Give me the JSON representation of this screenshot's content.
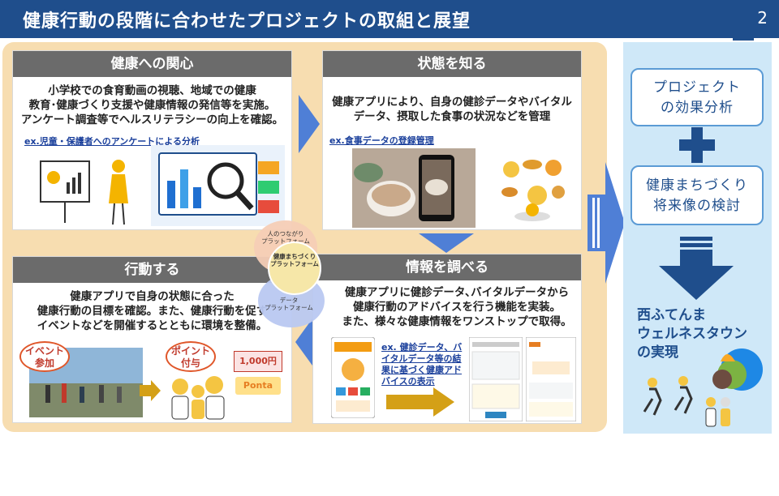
{
  "header": {
    "title": "健康行動の段階に合わせたプロジェクトの取組と展望",
    "page": "2"
  },
  "cards": {
    "interest": {
      "title": "健康への関心",
      "lines": [
        "小学校での食育動画の視聴、地域での健康",
        "教育･健康づくり支援や健康情報の発信等を実施。",
        "アンケート調査等でヘルスリテラシーの向上を確認。"
      ],
      "example": "ex.児童・保護者へのアンケートによる分析"
    },
    "know": {
      "title": "状態を知る",
      "lines": [
        "健康アプリにより、自身の健診データやバイタル",
        "データ、摂取した食事の状況などを管理"
      ],
      "example": "ex.食事データの登録管理"
    },
    "act": {
      "title": "行動する",
      "lines": [
        "健康アプリで自身の状態に合った",
        "健康行動の目標を確認。また、健康行動を促す",
        "イベントなどを開催するとともに環境を整備。"
      ],
      "badge1": [
        "イベント",
        "参加"
      ],
      "badge2": [
        "ポイント",
        "付与"
      ],
      "point_card": "1,000円",
      "ponta": "Ponta"
    },
    "research": {
      "title": "情報を調べる",
      "lines": [
        "健康アプリに健診データ､バイタルデータから",
        "健康行動のアドバイスを行う機能を実装。",
        "また、様々な健康情報をワンストップで取得。"
      ],
      "example": [
        "ex. 健診データ、バ",
        "イタルデータ等の結",
        "果に基づく健康アド",
        "バイスの表示"
      ]
    }
  },
  "center": {
    "top": [
      "人のつながり",
      "プラットフォーム"
    ],
    "middle": [
      "健康まちづくり",
      "プラットフォーム"
    ],
    "bottom": [
      "データ",
      "プラットフォーム"
    ]
  },
  "right": {
    "box1": [
      "プロジェクト",
      "の効果分析"
    ],
    "box2": [
      "健康まちづくり",
      "将来像の検討"
    ],
    "vision": [
      "西ふてんま",
      "ウェルネスタウン",
      "の実現"
    ]
  },
  "colors": {
    "header": "#1f4e8c",
    "arrow": "#4f7fd6",
    "cycle_bg": "#f7ddb0",
    "panel": "#cfe8f8"
  }
}
